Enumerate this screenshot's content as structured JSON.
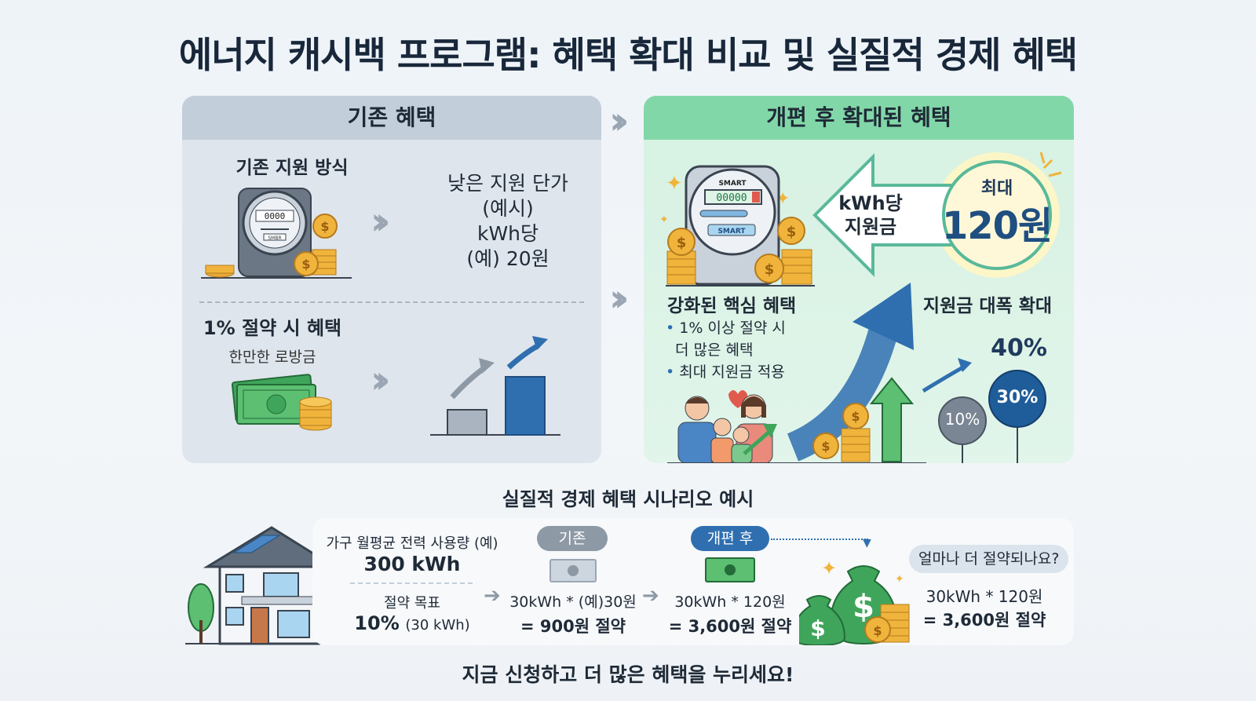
{
  "title": "에너지 캐시백 프로그램: 혜택 확대 비교 및 실질적 경제 혜택",
  "left": {
    "header": "기존 혜택",
    "method_title": "기존 지원 방식",
    "rate_text_1": "낮은 지원 단가",
    "rate_text_2": "(예시)",
    "rate_text_3": "kWh당",
    "rate_text_4": "(예) 20원",
    "meter_digits": "0000",
    "meter_label": "SMBR",
    "saving_title": "1% 절약 시 혜택",
    "saving_sub": "한만한 로방금"
  },
  "right": {
    "header": "개편 후 확대된 혜택",
    "meter_brand": "SMART",
    "meter_digits": "00000",
    "meter_button": "SMART",
    "arrow_text_1": "kWh당",
    "arrow_text_2": "지원금",
    "circle_small": "최대",
    "circle_big": "120원",
    "core_title": "강화된 핵심 혜택",
    "core_items": [
      "1% 이상 절약 시",
      "더 많은 혜택",
      "최대 지원금 적용"
    ],
    "expand_title": "지원금 대폭 확대",
    "pct_low": "10%",
    "pct_mid": "30%",
    "pct_high": "40%"
  },
  "scenario": {
    "title": "실질적 경제 혜택 시나리오 예시",
    "usage_label": "가구 월평균 전력 사용량 (예)",
    "usage_value": "300 kWh",
    "goal_label": "절약 목표",
    "goal_value": "10%",
    "goal_detail": "(30 kWh)",
    "old_pill": "기존",
    "old_calc": "30kWh * (예)30원",
    "old_result": "= 900원 절약",
    "new_pill": "개편 후",
    "new_calc": "30kWh * 120원",
    "new_result": "= 3,600원 절약",
    "question": "얼마나 더 절약되나요?",
    "answer_calc": "30kWh * 120원",
    "answer_result": "= 3,600원 절약"
  },
  "cta": "지금 신청하고 더 많은 혜택을 누리세요!",
  "colors": {
    "green": "#82d7a8",
    "blue": "#2f6fb0",
    "gray_header": "#c3cedb",
    "gold": "#f0b43c"
  }
}
